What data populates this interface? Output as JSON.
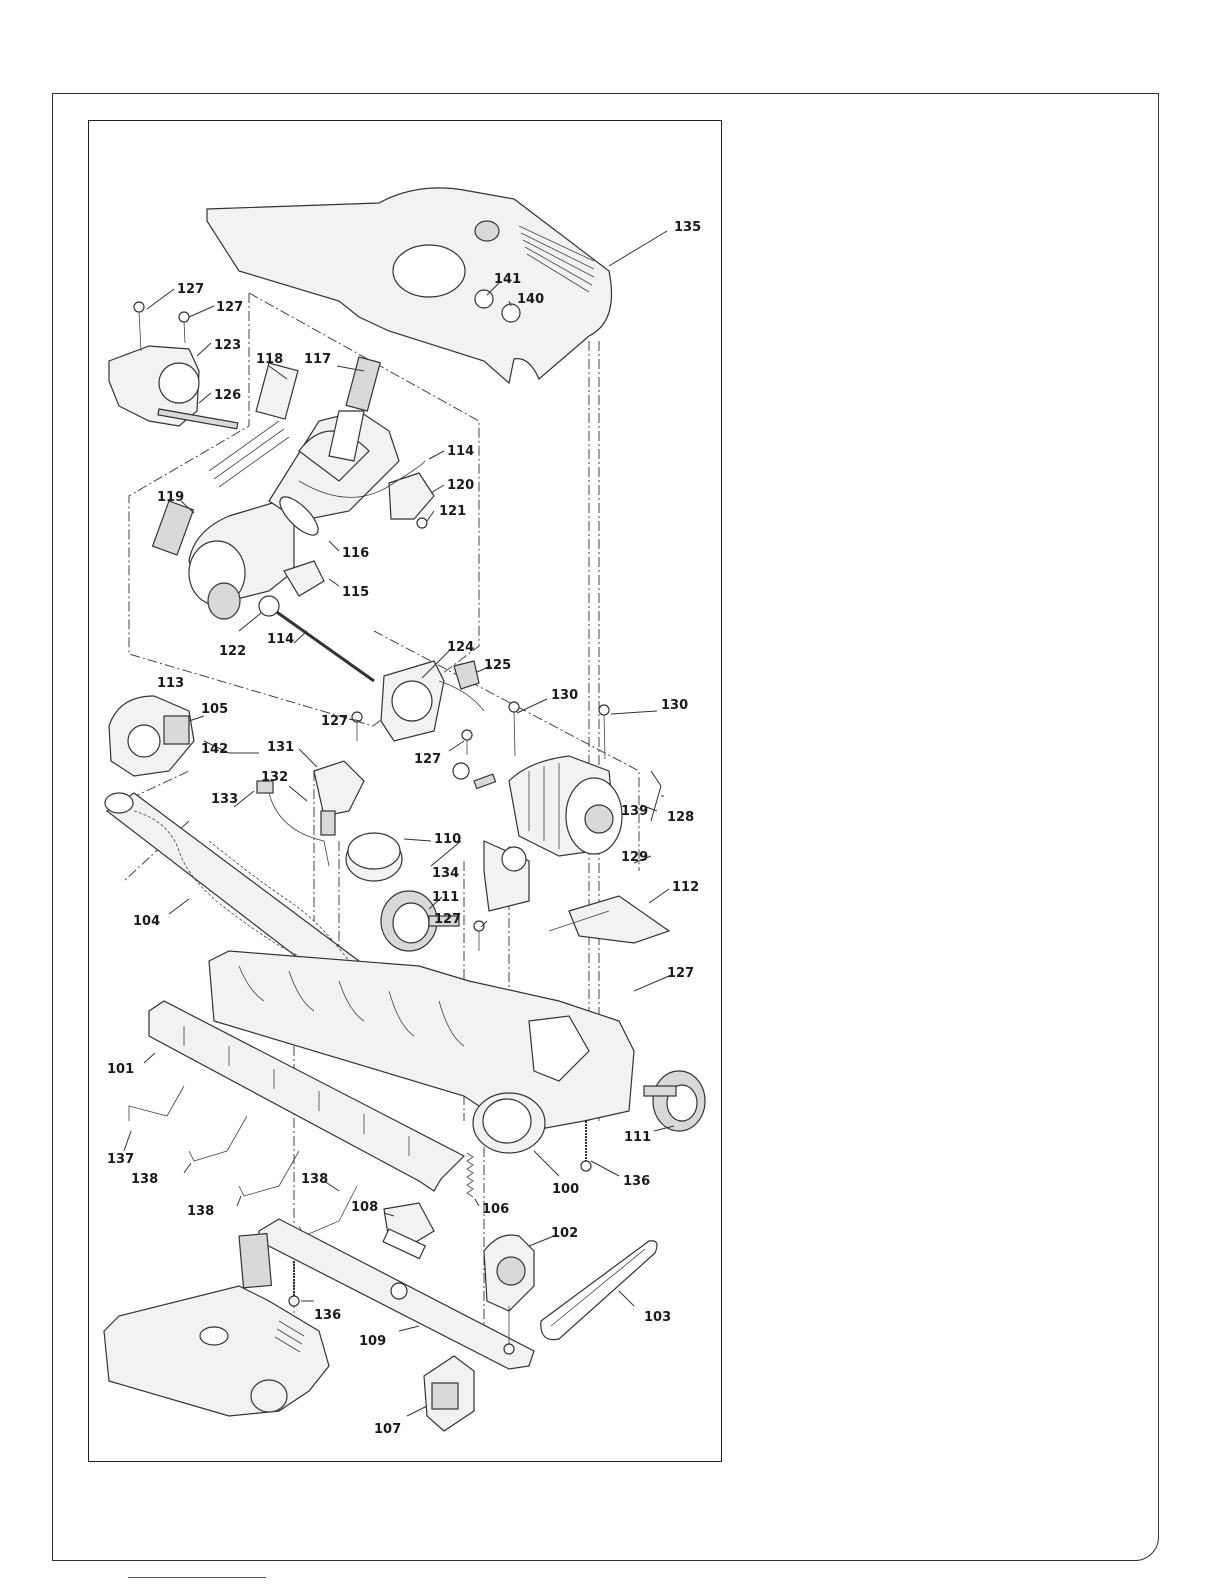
{
  "diagram": {
    "callouts": {
      "p100": "100",
      "p101": "101",
      "p102": "102",
      "p103": "103",
      "p104": "104",
      "p105": "105",
      "p106": "106",
      "p107": "107",
      "p108": "108",
      "p109": "109",
      "p110": "110",
      "p111a": "111",
      "p111b": "111",
      "p112": "112",
      "p113": "113",
      "p114a": "114",
      "p114b": "114",
      "p115": "115",
      "p116": "116",
      "p117": "117",
      "p118": "118",
      "p119": "119",
      "p120": "120",
      "p121": "121",
      "p122": "122",
      "p123": "123",
      "p124": "124",
      "p125": "125",
      "p126": "126",
      "p127a": "127",
      "p127b": "127",
      "p127c": "127",
      "p127d": "127",
      "p127e": "127",
      "p127f": "127",
      "p128": "128",
      "p129": "129",
      "p130a": "130",
      "p130b": "130",
      "p131": "131",
      "p132": "132",
      "p133": "133",
      "p134": "134",
      "p135": "135",
      "p136a": "136",
      "p136b": "136",
      "p137": "137",
      "p138a": "138",
      "p138b": "138",
      "p138c": "138",
      "p139": "139",
      "p140": "140",
      "p141": "141",
      "p142": "142"
    }
  }
}
